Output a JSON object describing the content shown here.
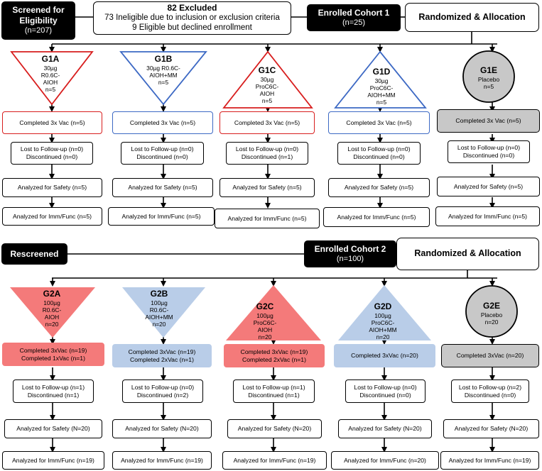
{
  "cohort1": {
    "screened": {
      "line1": "Screened for",
      "line2": "Eligibility",
      "n": "(n=207)"
    },
    "excluded": {
      "title": "82 Excluded",
      "line1": "73 Ineligible due to inclusion or exclusion criteria",
      "line2": "9 Eligible but declined enrollment"
    },
    "enrolled": {
      "title": "Enrolled Cohort 1",
      "n": "(n=25)"
    },
    "randomized": "Randomized & Allocation",
    "groups": [
      {
        "name": "G1A",
        "dose": "30µg",
        "l2": "R0.6C-",
        "l3": "AIOH",
        "n": "n=5",
        "completed": [
          "Completed 3x Vac (n=5)"
        ],
        "lost": "Lost to Follow-up (n=0)",
        "disc": "Discontinued  (n=0)",
        "safety": "Analyzed for Safety (n=5)",
        "imm": "Analyzed for Imm/Func (n=5)"
      },
      {
        "name": "G1B",
        "dose": "30µg R0.6C-",
        "l2": "AIOH+MM",
        "l3": "",
        "n": "n=5",
        "completed": [
          "Completed 3x Vac (n=5)"
        ],
        "lost": "Lost to Follow-up (n=0)",
        "disc": "Discontinued  (n=0)",
        "safety": "Analyzed for Safety (n=5)",
        "imm": "Analyzed for Imm/Func (n=5)"
      },
      {
        "name": "G1C",
        "dose": "30µg",
        "l2": "ProC6C-",
        "l3": "AIOH",
        "n": "n=5",
        "completed": [
          "Completed 3x Vac (n=5)"
        ],
        "lost": "Lost to Follow-up (n=0)",
        "disc": "Discontinued  (n=1)",
        "safety": "Analyzed for Safety (n=5)",
        "imm": "Analyzed for Imm/Func (n=5)"
      },
      {
        "name": "G1D",
        "dose": "30µg",
        "l2": "ProC6C-",
        "l3": "AIOH+MM",
        "n": "n=5",
        "completed": [
          "Completed 3x Vac (n=5)"
        ],
        "lost": "Lost to Follow-up (n=0)",
        "disc": "Discontinued  (n=0)",
        "safety": "Analyzed for Safety (n=5)",
        "imm": "Analyzed for Imm/Func (n=5)"
      },
      {
        "name": "G1E",
        "dose": "Placebo",
        "l2": "",
        "l3": "",
        "n": "n=5",
        "completed": [
          "Completed 3x Vac (n=5)"
        ],
        "lost": "Lost to Follow-up (n=0)",
        "disc": "Discontinued  (n=0)",
        "safety": "Analyzed for Safety (n=5)",
        "imm": "Analyzed for Imm/Func (n=5)"
      }
    ]
  },
  "cohort2": {
    "rescreened": "Rescreened",
    "enrolled": {
      "title": "Enrolled Cohort 2",
      "n": "(n=100)"
    },
    "randomized": "Randomized & Allocation",
    "groups": [
      {
        "name": "G2A",
        "dose": "100µg",
        "l2": "R0.6C-",
        "l3": "AIOH",
        "n": "n=20",
        "completed": [
          "Completed 3xVac (n=19)",
          "Completed 1xVac (n=1)"
        ],
        "lost": "Lost to Follow-up (n=1)",
        "disc": "Discontinued  (n=1)",
        "safety": "Analyzed for Safety (N=20)",
        "imm": "Analyzed for Imm/Func (n=19)"
      },
      {
        "name": "G2B",
        "dose": "100µg",
        "l2": "R0.6C-",
        "l3": "AIOH+MM",
        "n": "n=20",
        "completed": [
          "Completed 3xVac (n=19)",
          "Completed 2xVac (n=1)"
        ],
        "lost": "Lost to Follow-up (n=0)",
        "disc": "Discontinued  (n=2)",
        "safety": "Analyzed for Safety (N=20)",
        "imm": "Analyzed for Imm/Func (n=19)"
      },
      {
        "name": "G2C",
        "dose": "100µg",
        "l2": "ProC6C-",
        "l3": "AIOH",
        "n": "n=20",
        "completed": [
          "Completed 3xVac (n=19)",
          "Completed 2xVac (n=1)"
        ],
        "lost": "Lost to Follow-up (n=1)",
        "disc": "Discontinued  (n=1)",
        "safety": "Analyzed for Safety (N=20)",
        "imm": "Analyzed for Imm/Func (n=19)"
      },
      {
        "name": "G2D",
        "dose": "100µg",
        "l2": "ProC6C-",
        "l3": "AIOH+MM",
        "n": "n=20",
        "completed": [
          "Completed 3xVac (n=20)"
        ],
        "lost": "Lost to Follow-up (n=0)",
        "disc": "Discontinued  (n=0)",
        "safety": "Analyzed for Safety (N=20)",
        "imm": "Analyzed for Imm/Func (n=20)"
      },
      {
        "name": "G2E",
        "dose": "Placebo",
        "l2": "",
        "l3": "",
        "n": "n=20",
        "completed": [
          "Completed 3xVac (n=20)"
        ],
        "lost": "Lost to Follow-up (n=2)",
        "disc": "Discontinued  (n=0)",
        "safety": "Analyzed for Safety (N=20)",
        "imm": "Analyzed for Imm/Func (n=19)"
      }
    ]
  },
  "colors": {
    "red_outline": "#d81e1e",
    "blue_outline": "#3d69c4",
    "gray_fill": "#c8c8c8",
    "red_fill": "#f47a7a",
    "blue_fill": "#b9cde8"
  }
}
